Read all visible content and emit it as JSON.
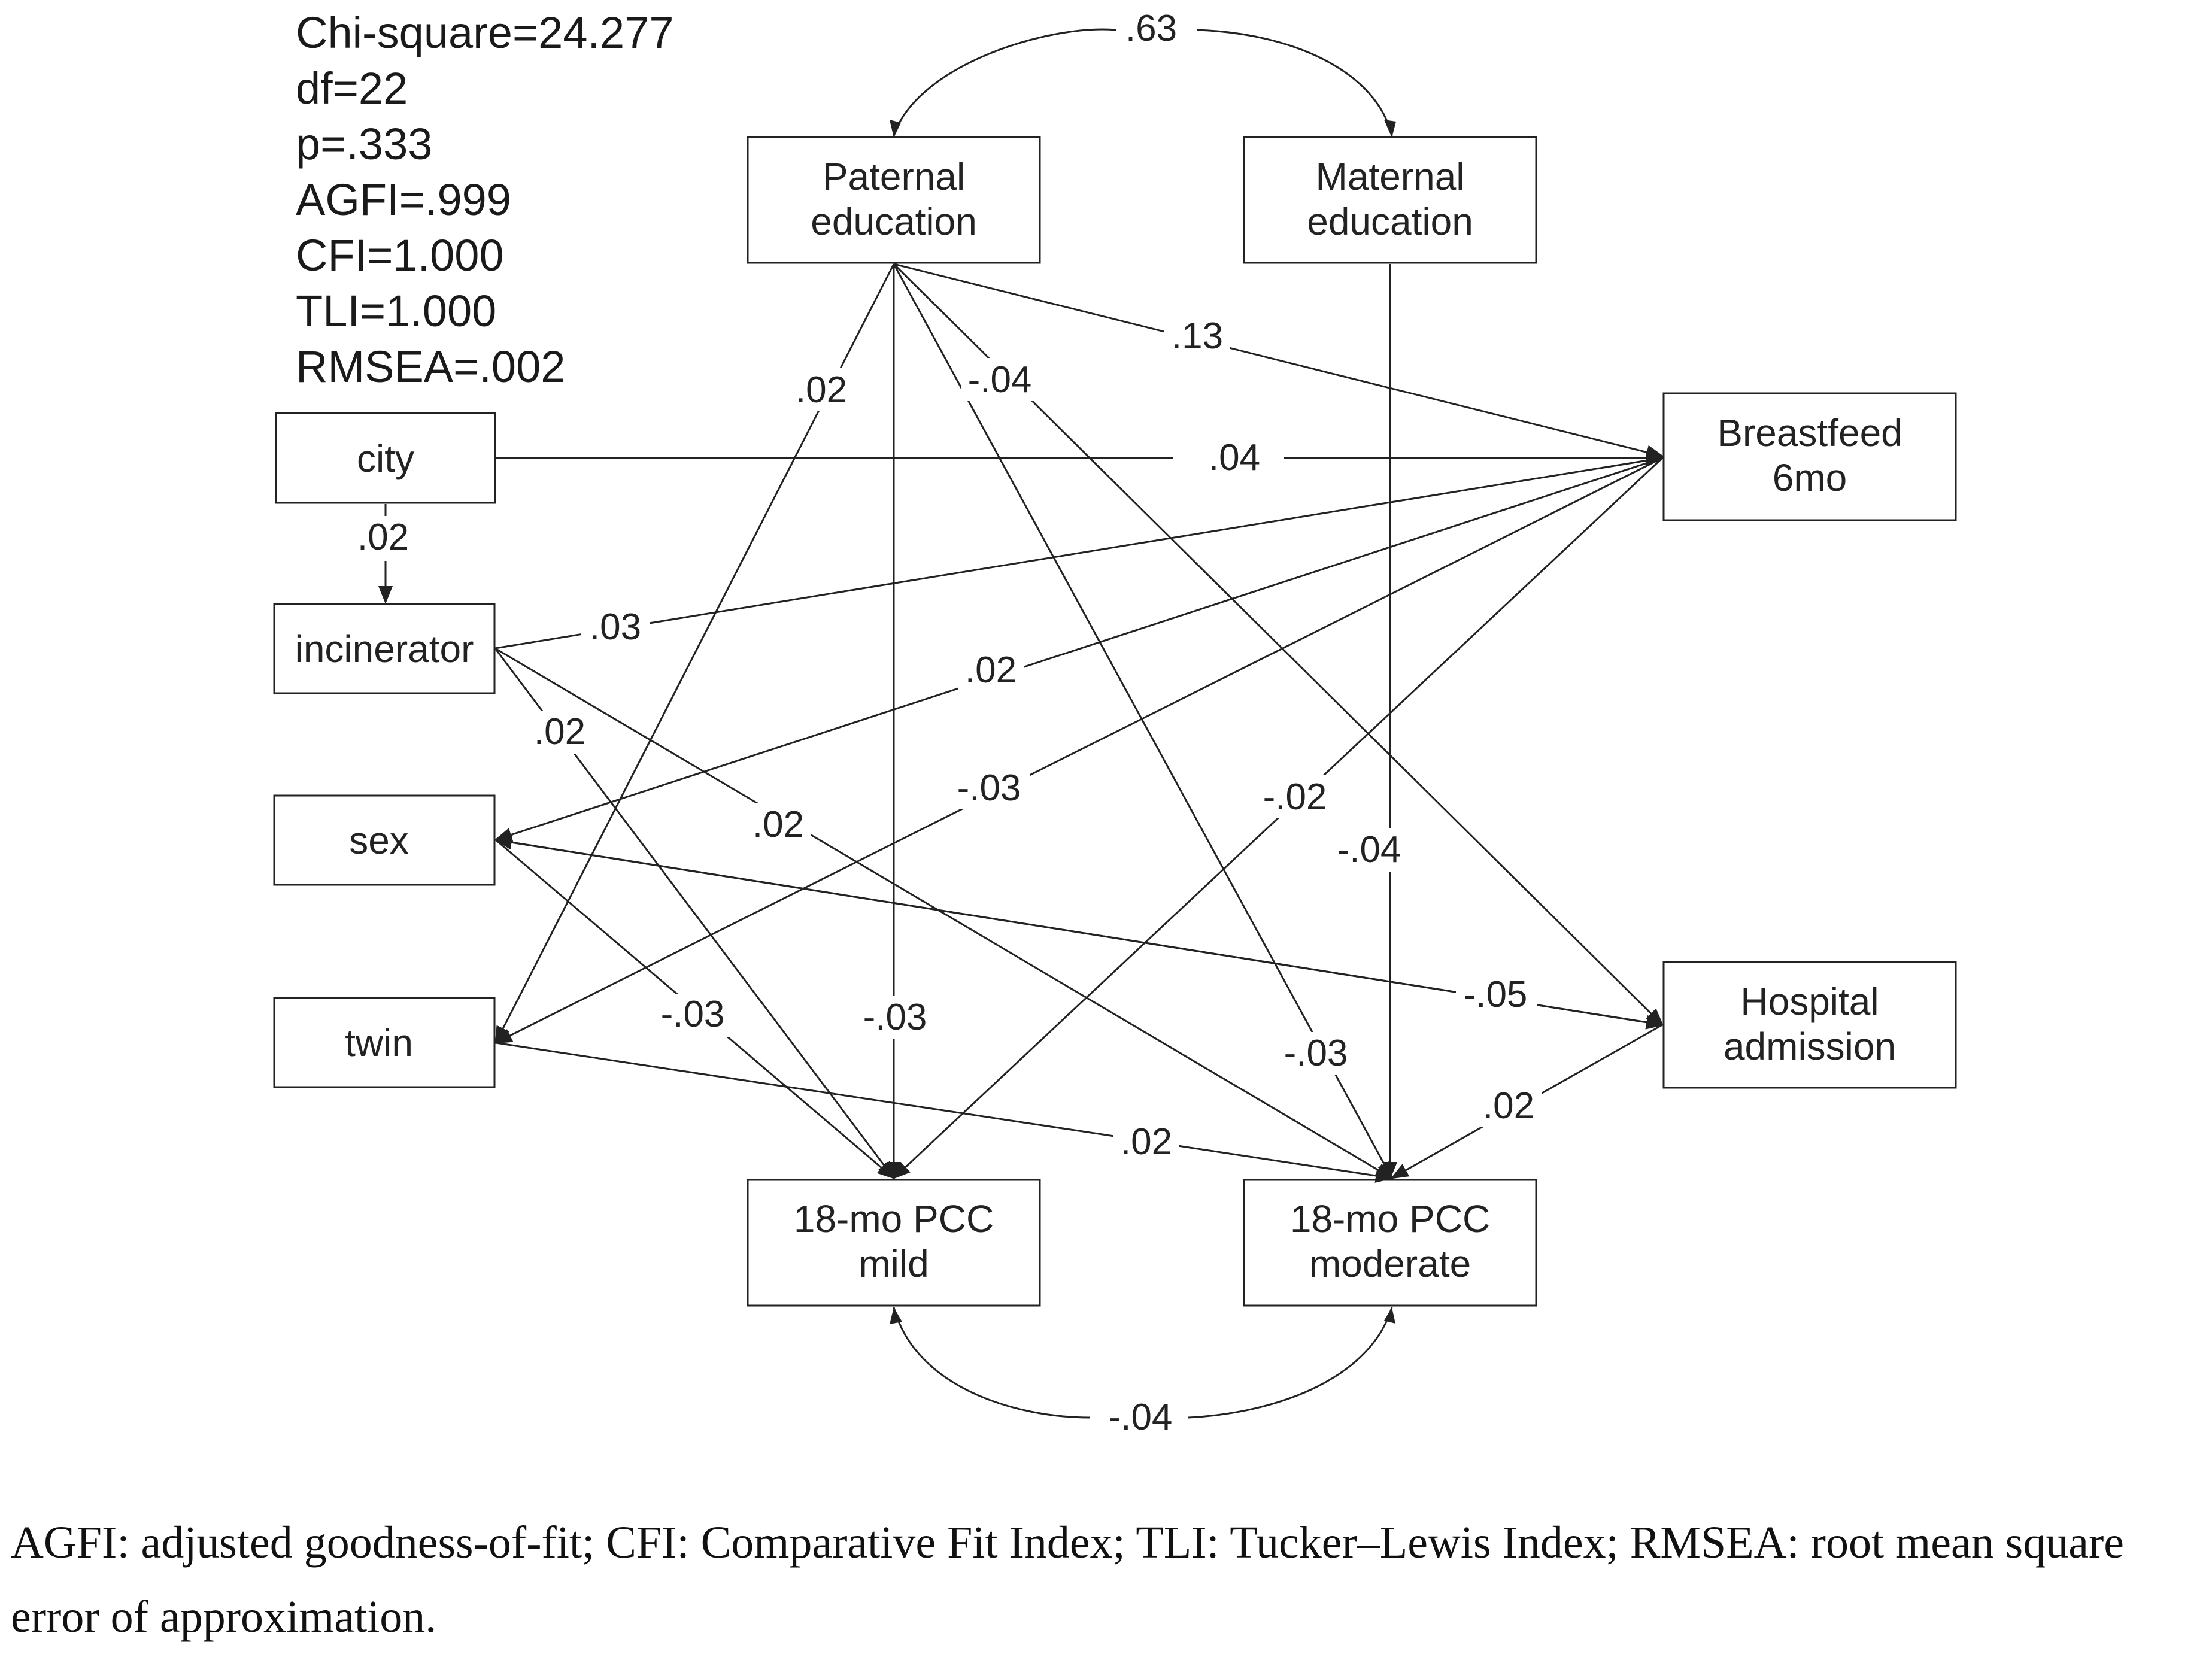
{
  "fit_statistics": [
    "Chi-square=24.277",
    "df=22",
    "p=.333",
    "AGFI=.999",
    "CFI=1.000",
    "TLI=1.000",
    "RMSEA=.002"
  ],
  "nodes": {
    "paternal": {
      "line1": "Paternal",
      "line2": "education"
    },
    "maternal": {
      "line1": "Maternal",
      "line2": "education"
    },
    "breastfeed": {
      "line1": "Breastfeed",
      "line2": "6mo"
    },
    "hospital": {
      "line1": "Hospital",
      "line2": "admission"
    },
    "city": {
      "line1": "city"
    },
    "incinerator": {
      "line1": "incinerator"
    },
    "sex": {
      "line1": "sex"
    },
    "twin": {
      "line1": "twin"
    },
    "pcc_mild": {
      "line1": "18-mo PCC",
      "line2": "mild"
    },
    "pcc_moderate": {
      "line1": "18-mo PCC",
      "line2": "moderate"
    }
  },
  "edges": {
    "paternal_maternal": ".63",
    "paternal_breastfeed": ".13",
    "city_breastfeed": ".04",
    "city_incinerator": ".02",
    "incinerator_breastfeed": ".03",
    "breastfeed_sex": ".02",
    "breastfeed_twin": "-.03",
    "breastfeed_pcc_mild": "-.02",
    "paternal_twin": ".02",
    "paternal_hospital": "-.04",
    "incinerator_pcc_mild": ".02",
    "incinerator_pcc_moderate": ".02",
    "sex_pcc_mild": "-.03",
    "paternal_pcc_mild": "-.03",
    "paternal_pcc_moderate": "-.03",
    "maternal_pcc_moderate": "-.04",
    "sex_hospital": "-.05",
    "hospital_pcc_moderate": ".02",
    "twin_pcc_moderate": ".02",
    "pcc_mild_pcc_moderate": "-.04"
  },
  "caption": "AGFI: adjusted goodness-of-fit; CFI: Comparative Fit Index; TLI: Tucker–Lewis Index; RMSEA: root mean square error of approximation."
}
